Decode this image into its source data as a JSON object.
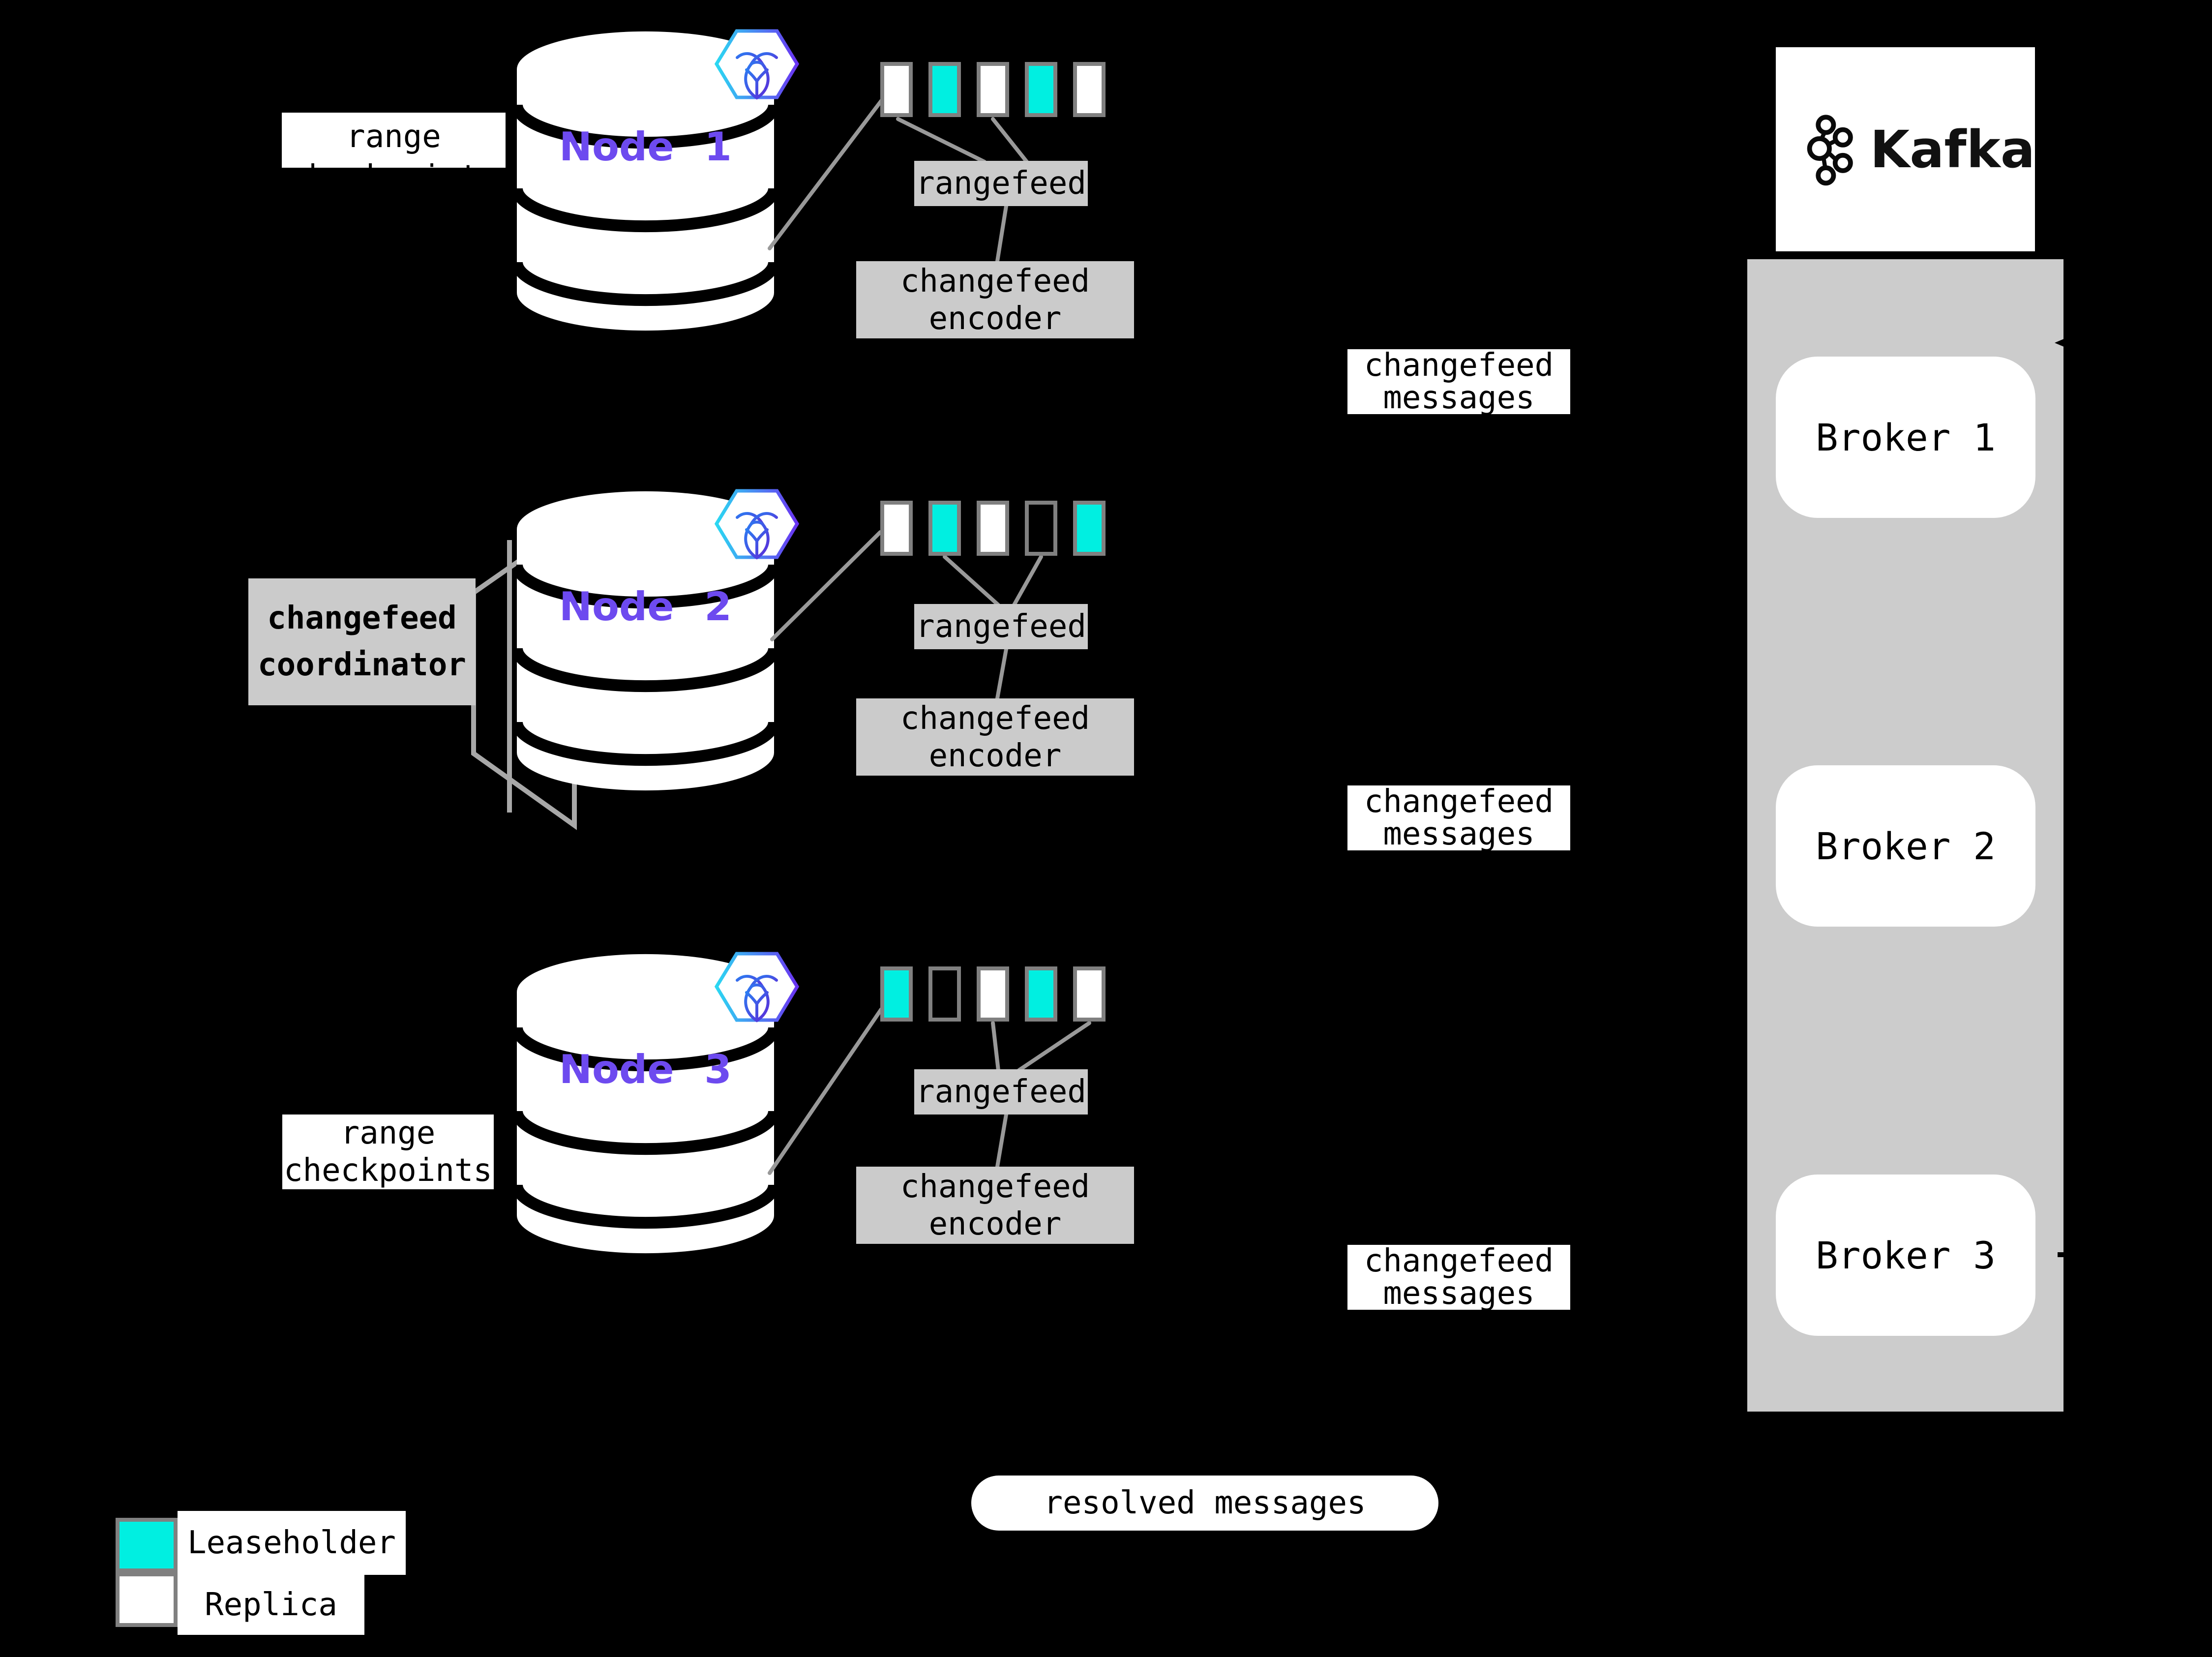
{
  "background": "#000000",
  "colors": {
    "leaseholder_teal": "#00efe1",
    "replica_white": "#ffffff",
    "label_gray": "#cbcbcb",
    "kafka_column_gray": "#cccccc",
    "rect_border_gray": "#808080",
    "connector_gray": "#999999",
    "node_label_purple": "#6d4aef",
    "crdb_gradient_start": "#2bd8f2",
    "crdb_gradient_end": "#6a33f2"
  },
  "nodes": [
    {
      "label": "Node 1",
      "side_label_line1": "range",
      "side_label_line2": "checkpoints",
      "ranges": [
        "replica",
        "leaseholder",
        "replica",
        "leaseholder",
        "replica"
      ],
      "rangefeed_label": "rangefeed",
      "encoder_line1": "changefeed",
      "encoder_line2": "encoder",
      "messages_line1": "changefeed",
      "messages_line2": "messages"
    },
    {
      "label": "Node 2",
      "side_label_line1": "changefeed",
      "side_label_line2": "coordinator",
      "ranges": [
        "replica",
        "leaseholder",
        "replica",
        "empty",
        "leaseholder"
      ],
      "rangefeed_label": "rangefeed",
      "encoder_line1": "changefeed",
      "encoder_line2": "encoder",
      "messages_line1": "changefeed",
      "messages_line2": "messages"
    },
    {
      "label": "Node 3",
      "side_label_line1": "range",
      "side_label_line2": "checkpoints",
      "ranges": [
        "leaseholder",
        "empty",
        "replica",
        "leaseholder",
        "replica"
      ],
      "rangefeed_label": "rangefeed",
      "encoder_line1": "changefeed",
      "encoder_line2": "encoder",
      "messages_line1": "changefeed",
      "messages_line2": "messages"
    }
  ],
  "kafka": {
    "wordmark": "Kafka",
    "brokers": [
      "Broker 1",
      "Broker 2",
      "Broker 3"
    ]
  },
  "resolved_messages_label": "resolved messages",
  "legend": {
    "leaseholder_label": "Leaseholder",
    "replica_label": "Replica"
  }
}
